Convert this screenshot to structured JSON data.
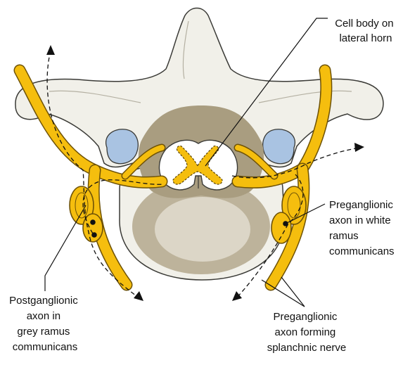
{
  "labels": {
    "cell_body": [
      "Cell body on",
      "lateral horn"
    ],
    "preganglionic_white": [
      "Preganglionic",
      "axon in white",
      "ramus",
      "communicans"
    ],
    "postganglionic_grey": [
      "Postganglionic",
      "axon in",
      "grey ramus",
      "communicans"
    ],
    "splanchnic": [
      "Preganglionic",
      "axon forming",
      "splanchnic nerve"
    ]
  },
  "colors": {
    "nerve_fill": "#F5BE0E",
    "nerve_stroke": "#6E5206",
    "bone_fill": "#F1F0E9",
    "bone_stroke": "#3A3A36",
    "dura_fill": "#A99D80",
    "spinal_fill": "#FFFFFF",
    "body_outer": "#BDB39B",
    "body_inner": "#DCD6C7",
    "foramen_fill": "#A9C3E2"
  }
}
